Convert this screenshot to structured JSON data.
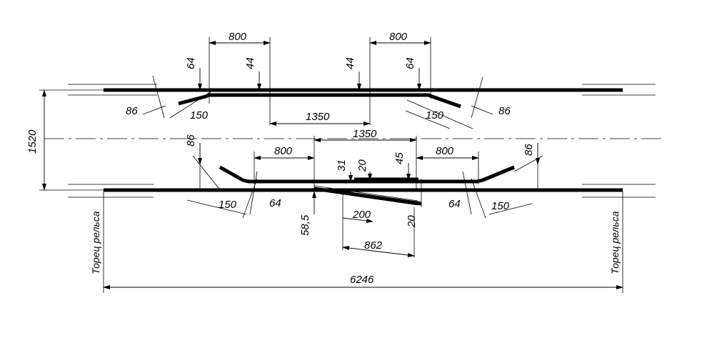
{
  "labels": {
    "d800_tl": "800",
    "d800_tr": "800",
    "d64_tl": "64",
    "d44_tl": "44",
    "d44_tr": "44",
    "d64_tr": "64",
    "d86_l": "86",
    "d150_l": "150",
    "d1350_top": "1350",
    "d150_r": "150",
    "d86_r": "86",
    "d1520": "1520",
    "d86_bl": "86",
    "d1350_mid": "1350",
    "d800_bl": "800",
    "d31": "31",
    "d20_a": "20",
    "d45": "45",
    "d800_br": "800",
    "d86_br": "86",
    "d150_bl": "150",
    "d64_bl": "64",
    "d58_5": "58,5",
    "d200": "200",
    "d20_b": "20",
    "d64_br": "64",
    "d150_br": "150",
    "d862": "862",
    "torec_left": "Торец рельса",
    "torec_right": "Торец рельса",
    "d6246": "6246"
  }
}
